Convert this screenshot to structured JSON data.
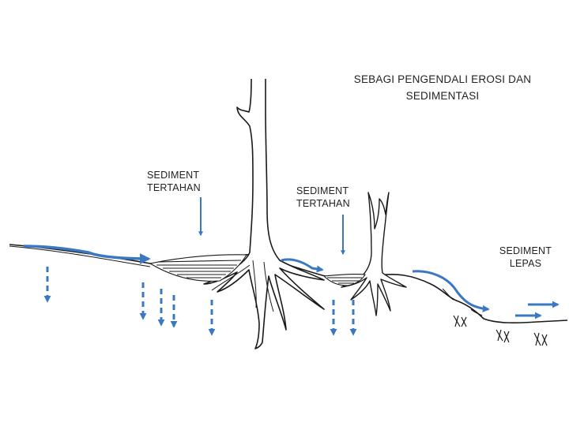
{
  "title": {
    "line1": "SEBAGI PENGENDALI EROSI DAN",
    "line2": "SEDIMENTASI"
  },
  "labels": {
    "sediment_left": {
      "line1": "SEDIMENT",
      "line2": "TERTAHAN"
    },
    "sediment_middle": {
      "line1": "SEDIMENT",
      "line2": "TERTAHAN"
    },
    "sediment_right": {
      "line1": "SEDIMENT",
      "line2": "LEPAS"
    }
  },
  "colors": {
    "flow": "#3a78c2",
    "ink": "#1a1a1a",
    "background": "#ffffff"
  }
}
